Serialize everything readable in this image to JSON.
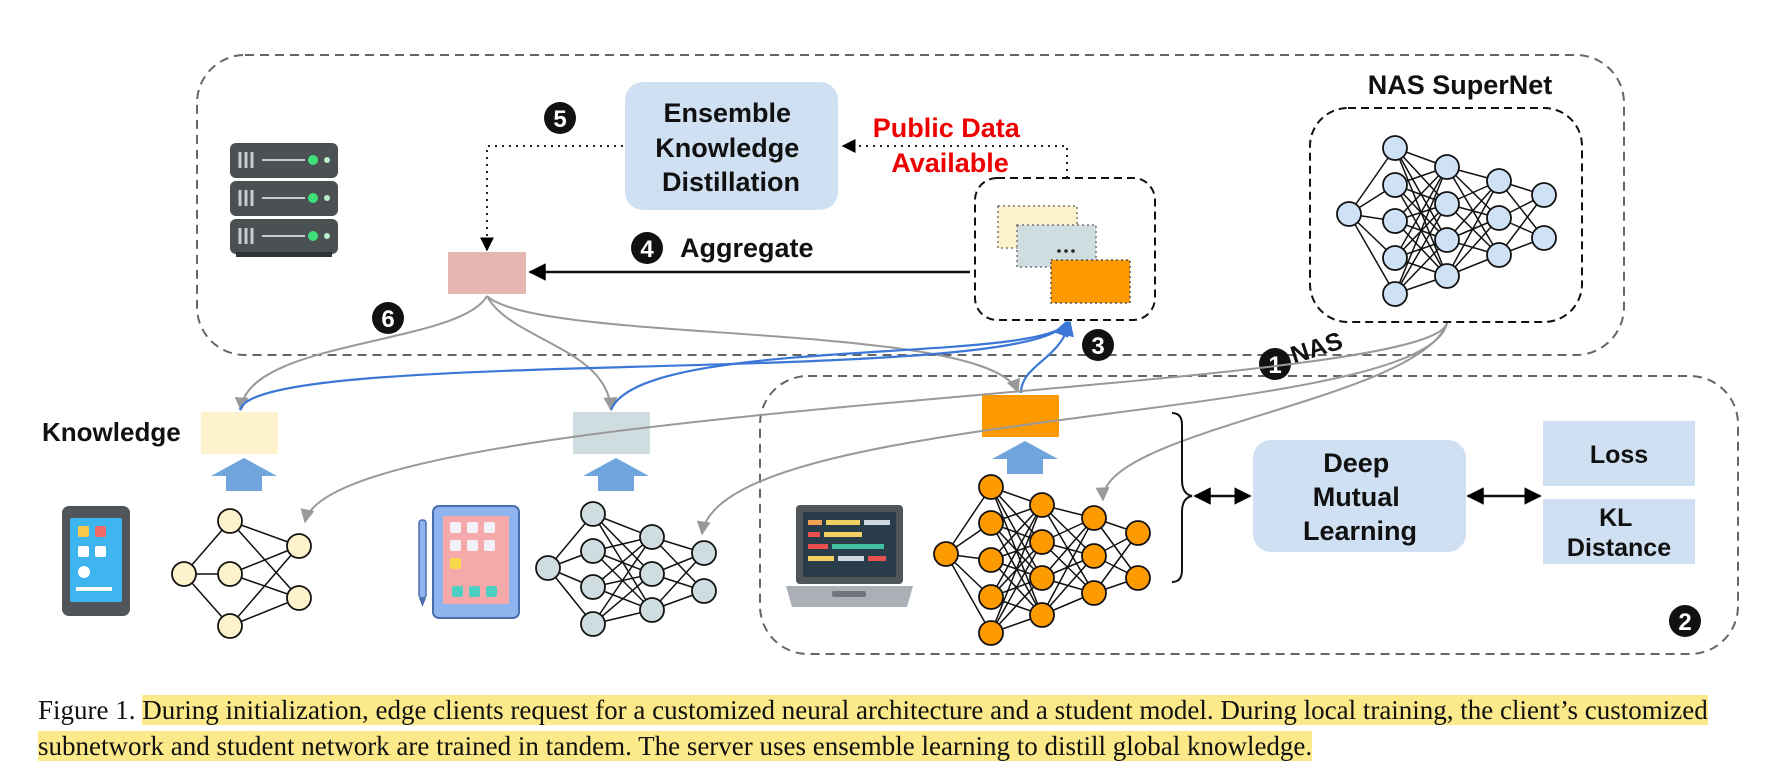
{
  "figure": {
    "labels": {
      "ensemble": [
        "Ensemble",
        "Knowledge",
        "Distillation"
      ],
      "public_data": [
        "Public Data",
        "Available"
      ],
      "aggregate": "Aggregate",
      "supernet": "NAS SuperNet",
      "nas": "NAS",
      "knowledge": "Knowledge",
      "dml": [
        "Deep",
        "Mutual",
        "Learning"
      ],
      "loss": "Loss",
      "kl": [
        "KL",
        "Distance"
      ]
    },
    "steps": [
      "1",
      "2",
      "3",
      "4",
      "5",
      "6"
    ],
    "colors": {
      "ensemble_box": "#cfe0f2",
      "aggregate_model": "#e4b7b1",
      "client1_model": "#fdf2cc",
      "client2_model": "#cfdde1",
      "client3_model": "#fd9a00",
      "public_data_text": "#ee0000",
      "blue_arrow": "#3a77d6",
      "upload_arrow": "#6fa4dc",
      "grey_arrow": "#999999",
      "node_supernet": "#cfe1f5",
      "node_client1": "#fdf2cc",
      "node_client2": "#cfdde1",
      "node_client3": "#fd9a00"
    },
    "icons": [
      "server-icon",
      "phone-icon",
      "tablet-icon",
      "laptop-icon"
    ]
  },
  "caption": {
    "label": "Figure 1.",
    "text": "During initialization, edge clients request for a customized neural architecture and a student model. During local training, the client’s customized subnetwork and student network are trained in tandem. The server uses ensemble learning to distill global knowledge."
  }
}
